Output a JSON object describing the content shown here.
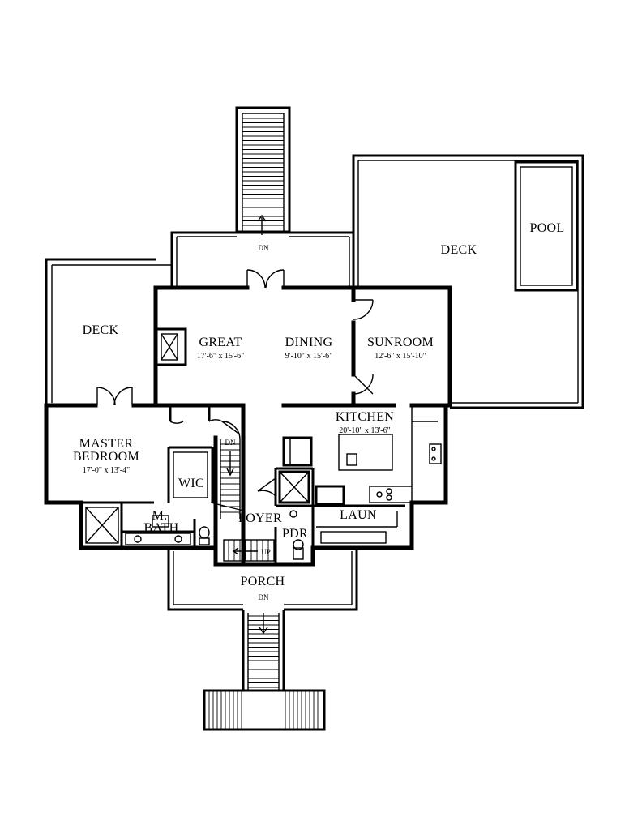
{
  "rooms": {
    "deck_left": "DECK",
    "deck_right": "DECK",
    "pool": "POOL",
    "great": {
      "name": "GREAT",
      "dims": "17'-6\" x 15'-6\""
    },
    "dining": {
      "name": "DINING",
      "dims": "9'-10\" x 15'-6\""
    },
    "sunroom": {
      "name": "SUNROOM",
      "dims": "12'-6\" x 15'-10\""
    },
    "kitchen": {
      "name": "KITCHEN",
      "dims": "20'-10\" x 13'-6\""
    },
    "master_bedroom": {
      "name_line1": "MASTER",
      "name_line2": "BEDROOM",
      "dims": "17'-0\" x 13'-4\""
    },
    "wic": "WIC",
    "m_bath": {
      "line1": "M.",
      "line2": "BATH"
    },
    "foyer": "FOYER",
    "pdr": "PDR",
    "laun": "LAUN",
    "porch": "PORCH"
  },
  "annotations": {
    "dn_top_stair": "DN",
    "dn_interior_stair": "DN",
    "up_interior_stair": "UP",
    "dn_porch_stair": "DN"
  }
}
